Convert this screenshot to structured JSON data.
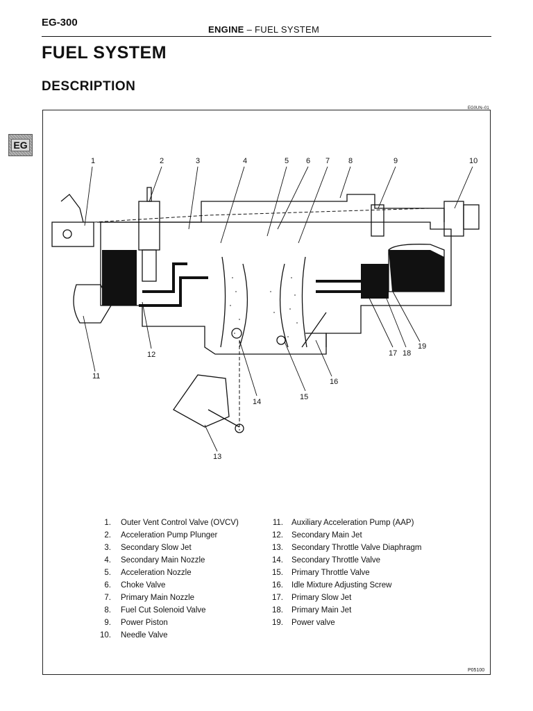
{
  "header": {
    "page_number": "EG-300",
    "section": "ENGINE",
    "separator": "–",
    "subsection": "FUEL SYSTEM"
  },
  "title": "FUEL SYSTEM",
  "subtitle": "DESCRIPTION",
  "side_tab": "EG",
  "figure": {
    "code_top": "EG0UN–01",
    "code_bottom": "P05100",
    "callouts": [
      "1",
      "2",
      "3",
      "4",
      "5",
      "6",
      "7",
      "8",
      "9",
      "10",
      "11",
      "12",
      "13",
      "14",
      "15",
      "16",
      "17",
      "18",
      "19"
    ]
  },
  "legend_left": [
    {
      "num": "1.",
      "label": "Outer Vent Control Valve (OVCV)"
    },
    {
      "num": "2.",
      "label": "Acceleration Pump Plunger"
    },
    {
      "num": "3.",
      "label": "Secondary Slow Jet"
    },
    {
      "num": "4.",
      "label": "Secondary Main Nozzle"
    },
    {
      "num": "5.",
      "label": "Acceleration Nozzle"
    },
    {
      "num": "6.",
      "label": "Choke Valve"
    },
    {
      "num": "7.",
      "label": "Primary Main Nozzle"
    },
    {
      "num": "8.",
      "label": "Fuel Cut Solenoid Valve"
    },
    {
      "num": "9.",
      "label": "Power Piston"
    },
    {
      "num": "10.",
      "label": "Needle Valve"
    }
  ],
  "legend_right": [
    {
      "num": "11.",
      "label": "Auxiliary Acceleration Pump (AAP)"
    },
    {
      "num": "12.",
      "label": "Secondary Main Jet"
    },
    {
      "num": "13.",
      "label": "Secondary Throttle Valve Diaphragm"
    },
    {
      "num": "14.",
      "label": "Secondary Throttle Valve"
    },
    {
      "num": "15.",
      "label": "Primary Throttle Valve"
    },
    {
      "num": "16.",
      "label": "Idle Mixture Adjusting Screw"
    },
    {
      "num": "17.",
      "label": "Primary Slow Jet"
    },
    {
      "num": "18.",
      "label": "Primary Main Jet"
    },
    {
      "num": "19.",
      "label": "Power valve"
    }
  ]
}
